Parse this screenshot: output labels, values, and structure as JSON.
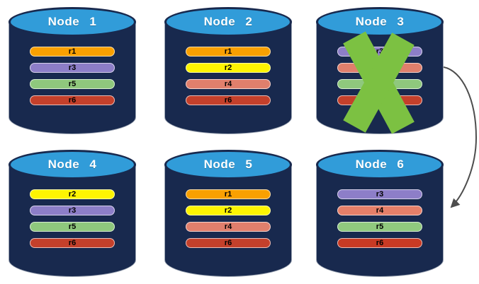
{
  "diagram": {
    "description": "Replicated database nodes with failed node and recovery arrow",
    "background": "#FFFFFF"
  },
  "palette": {
    "cylinder_body": "#18294E",
    "cylinder_top": "#319CD9",
    "bar_orange": "#F9A001",
    "bar_yellow": "#FDF402",
    "bar_purple": "#8D7EC8",
    "bar_salmon": "#E07F6C",
    "bar_green": "#8FC87D",
    "bar_red": "#C4402B"
  },
  "x_mark": {
    "node": "Node 3",
    "color": "#7CC142"
  },
  "arrow": {
    "from": "Node 3",
    "to": "Node 6",
    "color": "#4D4D4D"
  },
  "nodes": [
    {
      "title": "Node 1",
      "failed": false,
      "replicas": [
        {
          "label": "r1",
          "color": "#F9A001"
        },
        {
          "label": "r3",
          "color": "#8D7EC8"
        },
        {
          "label": "r5",
          "color": "#8FC87D"
        },
        {
          "label": "r6",
          "color": "#C4402B"
        }
      ]
    },
    {
      "title": "Node 2",
      "failed": false,
      "replicas": [
        {
          "label": "r1",
          "color": "#F9A001"
        },
        {
          "label": "r2",
          "color": "#FDF402"
        },
        {
          "label": "r4",
          "color": "#E07F6C"
        },
        {
          "label": "r6",
          "color": "#C4402B"
        }
      ]
    },
    {
      "title": "Node 3",
      "failed": true,
      "replicas": [
        {
          "label": "r3",
          "color": "#8D7EC8"
        },
        {
          "label": "r4",
          "color": "#E07F6C"
        },
        {
          "label": "r5",
          "color": "#8FC87D"
        },
        {
          "label": "r6",
          "color": "#C4402B"
        }
      ]
    },
    {
      "title": "Node 4",
      "failed": false,
      "replicas": [
        {
          "label": "r2",
          "color": "#FDF402"
        },
        {
          "label": "r3",
          "color": "#8D7EC8"
        },
        {
          "label": "r5",
          "color": "#8FC87D"
        },
        {
          "label": "r6",
          "color": "#C4402B"
        }
      ]
    },
    {
      "title": "Node 5",
      "failed": false,
      "replicas": [
        {
          "label": "r1",
          "color": "#F9A001"
        },
        {
          "label": "r2",
          "color": "#FDF402"
        },
        {
          "label": "r4",
          "color": "#E07F6C"
        },
        {
          "label": "r6",
          "color": "#C4402B"
        }
      ]
    },
    {
      "title": "Node 6",
      "failed": false,
      "replicas": [
        {
          "label": "r3",
          "color": "#8D7EC8"
        },
        {
          "label": "r4",
          "color": "#E57F69"
        },
        {
          "label": "r5",
          "color": "#90C97E"
        },
        {
          "label": "r6",
          "color": "#C83A24"
        }
      ]
    }
  ]
}
